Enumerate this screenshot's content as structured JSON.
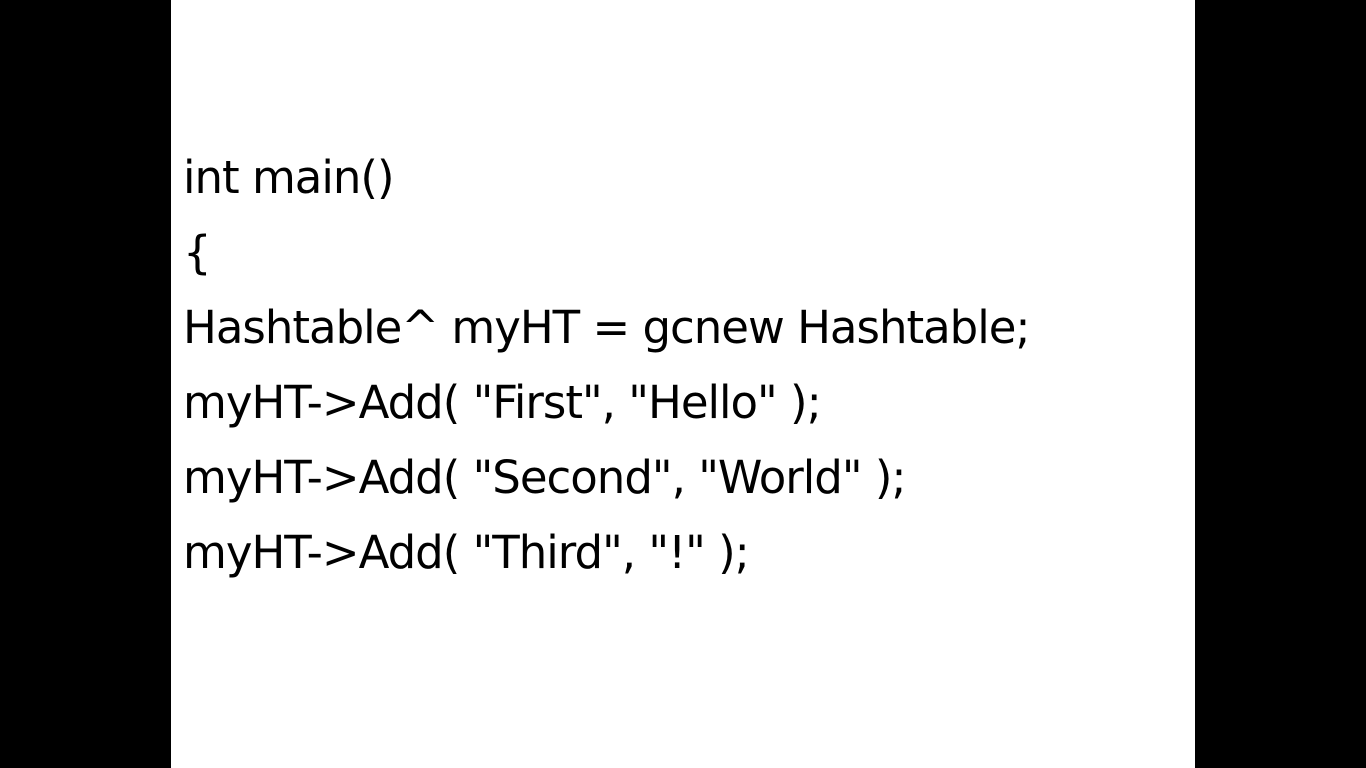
{
  "slide": {
    "background": "#ffffff",
    "frame_color": "#000000",
    "code_lines": [
      "int main()",
      "{",
      "Hashtable^ myHT = gcnew Hashtable;",
      "myHT->Add( \"First\", \"Hello\" );",
      "myHT->Add( \"Second\", \"World\" );",
      "myHT->Add( \"Third\", \"!\" );"
    ]
  }
}
